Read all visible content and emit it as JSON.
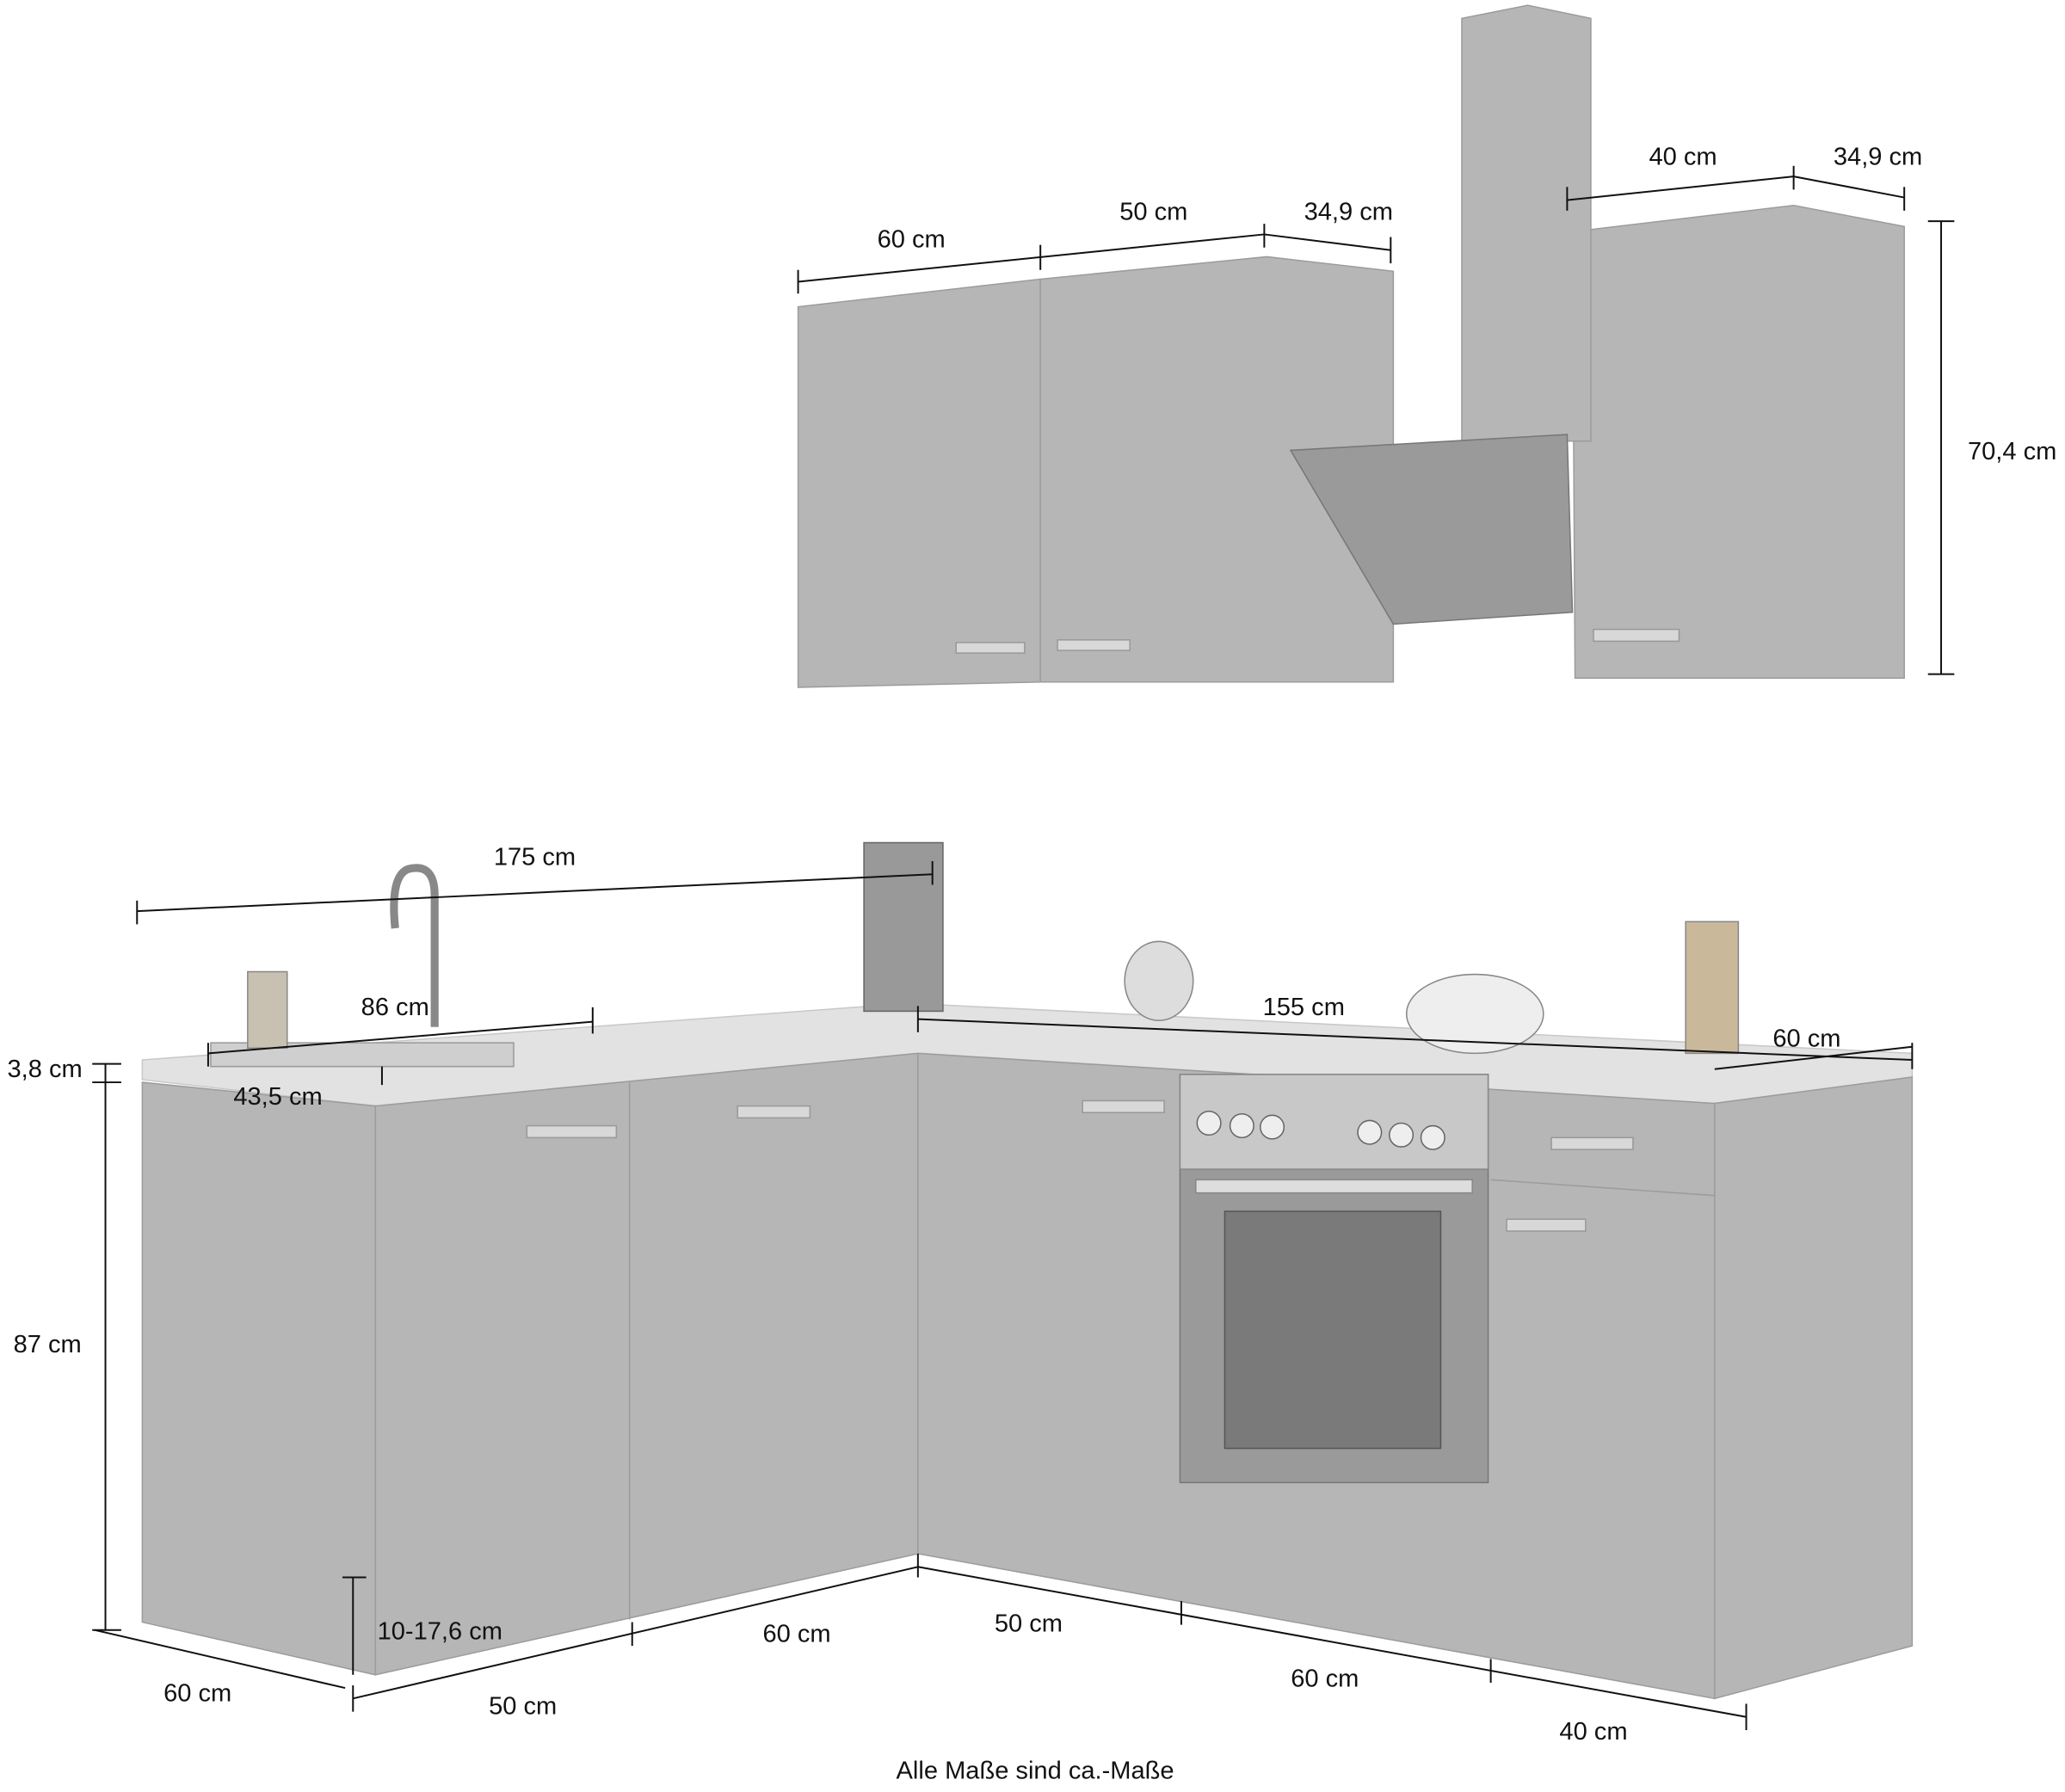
{
  "upper_dimensions": {
    "cab1_width": "60 cm",
    "cab2_width": "50 cm",
    "depth_left": "34,9 cm",
    "cab3_width": "40 cm",
    "depth_right": "34,9 cm",
    "height": "70,4 cm"
  },
  "lower_dimensions": {
    "total_left": "175 cm",
    "sink_width": "86 cm",
    "total_right": "155 cm",
    "depth_right": "60 cm",
    "worktop_thickness": "3,8 cm",
    "sink_depth": "43,5 cm",
    "height": "87 cm",
    "plinth": "10-17,6  cm",
    "side_depth": "60 cm",
    "left_seg1": "50 cm",
    "left_seg2": "60 cm",
    "right_seg1": "50 cm",
    "right_seg2": "60 cm",
    "right_seg3": "40 cm"
  },
  "footer_note": "Alle Maße sind ca.-Maße",
  "colors": {
    "cabinet": "#b6b6b6",
    "worktop": "#e2e2e2",
    "lines": "#111111"
  }
}
